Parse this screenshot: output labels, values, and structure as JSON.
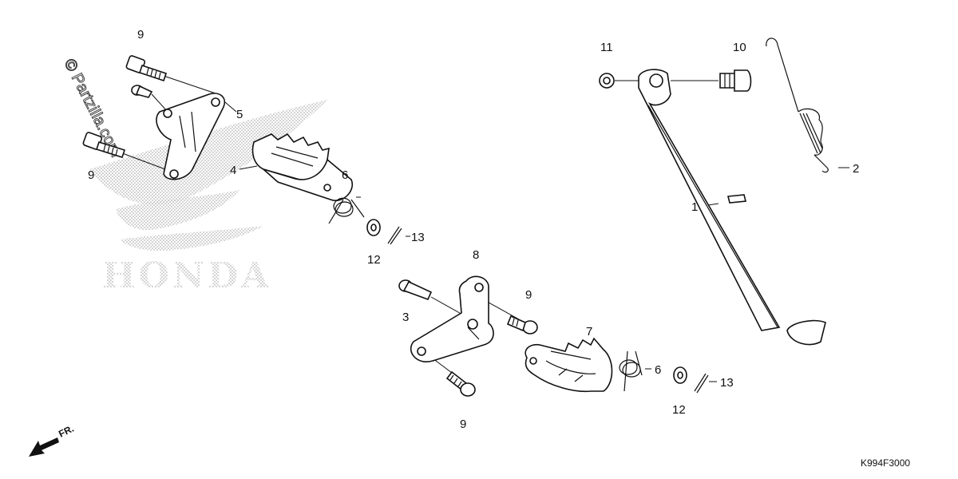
{
  "diagram": {
    "watermark": "© Partzilla.com",
    "brand_logo_text": "HONDA",
    "diagram_code": "K994F3000",
    "front_indicator": "FR.",
    "callouts": {
      "c1": "1",
      "c2": "2",
      "c3": "3",
      "c4": "4",
      "c5": "5",
      "c6a": "6",
      "c6b": "6",
      "c7": "7",
      "c8": "8",
      "c9a": "9",
      "c9b": "9",
      "c9c": "9",
      "c9d": "9",
      "c10": "10",
      "c11": "11",
      "c12a": "12",
      "c12b": "12",
      "c13a": "13",
      "c13b": "13"
    }
  }
}
